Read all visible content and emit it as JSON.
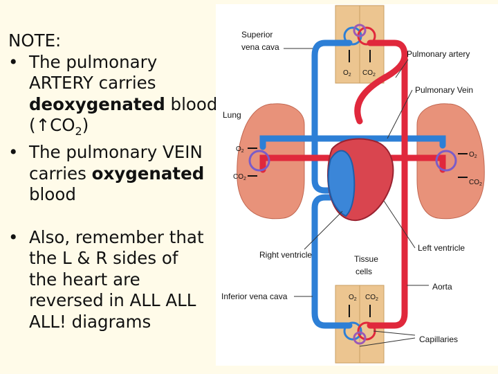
{
  "notes": {
    "heading": "NOTE:",
    "bullet1": {
      "line1": "The pulmonary",
      "line2": "ARTERY carries",
      "bold": "deoxygenated",
      "after_bold": " blood",
      "line4_pre": "(",
      "arrow": "↑",
      "co": "CO",
      "sub": "2",
      "line4_post": ")"
    },
    "bullet2": {
      "line1": "The pulmonary VEIN",
      "line2_pre": "carries ",
      "line2_bold": "oxygenated",
      "line3": "blood"
    },
    "bullet3": {
      "line1": "Also, remember that",
      "line2": "the L & R sides of",
      "line3": "the heart are",
      "line4": "reversed in ALL ALL",
      "line5": "ALL! diagrams"
    }
  },
  "diagram": {
    "labels": {
      "superior": "Superior",
      "vena_cava": "vena cava",
      "pulmonary_artery": "Pulmonary artery",
      "pulmonary_vein": "Pulmonary Vein",
      "lung": "Lung",
      "right_ventricle": "Right ventricle",
      "left_ventricle": "Left ventricle",
      "tissue": "Tissue",
      "cells": "cells",
      "aorta": "Aorta",
      "inferior_vena_cava": "Inferior vena cava",
      "capillaries": "Capillaries"
    },
    "gas": {
      "o": "O",
      "co": "CO",
      "sub": "2"
    },
    "colors": {
      "oxygenated": "#e0283c",
      "deoxygenated": "#2d7fd6",
      "tissue": "#ecc590",
      "lung": "#e8927a"
    }
  }
}
